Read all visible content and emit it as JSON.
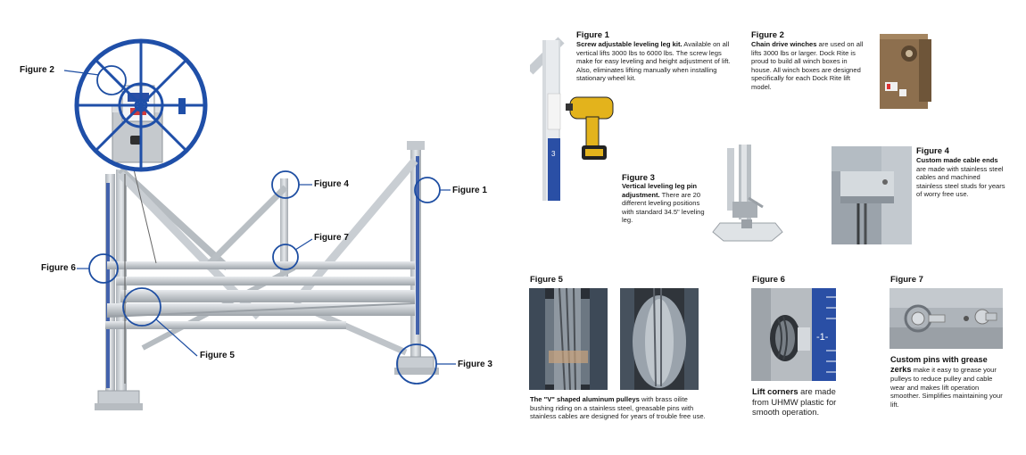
{
  "left_callouts": {
    "fig2": "Figure 2",
    "fig4": "Figure 4",
    "fig1": "Figure 1",
    "fig7": "Figure 7",
    "fig6": "Figure 6",
    "fig5": "Figure 5",
    "fig3": "Figure 3"
  },
  "figures": {
    "fig1": {
      "title": "Figure 1",
      "lead": "Screw adjustable leveling leg kit.",
      "body": " Available on all vertical lifts 3000 lbs to 6000 lbs. The screw legs make for easy leveling and height adjustment of lift. Also, eliminates lifting manually when installing stationary wheel kit."
    },
    "fig2": {
      "title": "Figure 2",
      "lead": "Chain drive winches",
      "body": " are used on all lifts 3000 lbs or larger. Dock Rite is proud to build all winch boxes in house. All winch boxes are designed specifically for each Dock Rite lift model."
    },
    "fig3": {
      "title": "Figure 3",
      "lead": "Vertical leveling leg pin adjustment.",
      "body": " There are 20 different leveling positions with standard 34.5\" leveling leg."
    },
    "fig4": {
      "title": "Figure 4",
      "lead": "Custom made cable ends",
      "body": " are made with stainless steel cables and machined stainless steel studs for years of worry free use."
    },
    "fig5": {
      "title": "Figure 5",
      "lead": "The \"V\" shaped aluminum pulleys",
      "body": " with brass oilite bushing riding on a stainless steel, greasable pins with stainless cables are designed for years of trouble free use."
    },
    "fig6": {
      "title": "Figure 6",
      "lead": "Lift corners",
      "body": " are made from UHMW plastic for smooth operation."
    },
    "fig7": {
      "title": "Figure 7",
      "lead": "Custom pins with grease zerks",
      "body": " make it easy to grease your pulleys to reduce pulley and cable wear and makes lift operation smoother. Simplifies maintaining your lift."
    }
  },
  "photo_labels": {
    "fig1_leg_number": "3",
    "fig6_leg_number": "-1-"
  },
  "colors": {
    "winch_blue": "#1f4fa8",
    "leg_blue": "#2a4fa5",
    "aluminum": "#c9ced3",
    "aluminum_dark": "#9aa1a8",
    "callout_circle": "#1e4ea2"
  }
}
